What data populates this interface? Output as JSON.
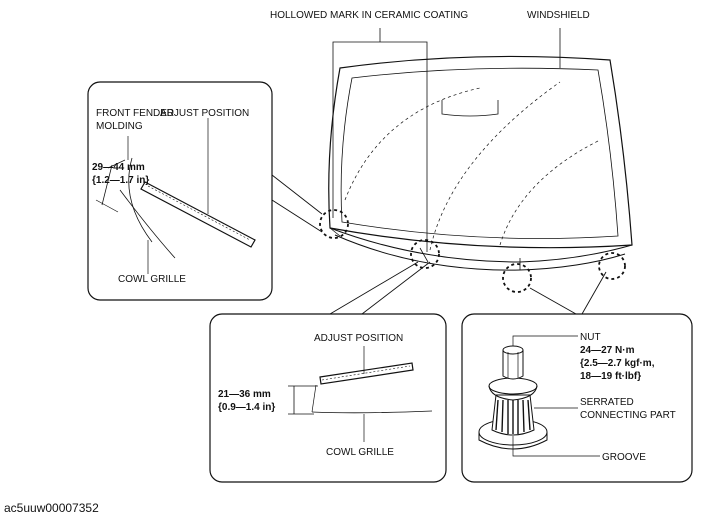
{
  "labels": {
    "hollowed_mark": "HOLLOWED MARK IN CERAMIC COATING",
    "windshield": "WINDSHIELD",
    "left_panel": {
      "front_fender_l1": "FRONT FENDER",
      "front_fender_l2": "MOLDING",
      "adjust_position": "ADJUST POSITION",
      "dim_mm": "29—44 mm",
      "dim_in": "{1.2—1.7 in}",
      "cowl_grille": "COWL GRILLE"
    },
    "mid_panel": {
      "adjust_position": "ADJUST POSITION",
      "dim_mm": "21—36 mm",
      "dim_in": "{0.9—1.4 in}",
      "cowl_grille": "COWL GRILLE"
    },
    "right_panel": {
      "nut": "NUT",
      "torque_1": "24—27 N·m",
      "torque_2": "{2.5—2.7 kgf·m,",
      "torque_3": "18—19 ft·lbf}",
      "serrated_1": "SERRATED",
      "serrated_2": "CONNECTING PART",
      "groove": "GROOVE"
    }
  },
  "figure_id": "ac5uuw00007352"
}
